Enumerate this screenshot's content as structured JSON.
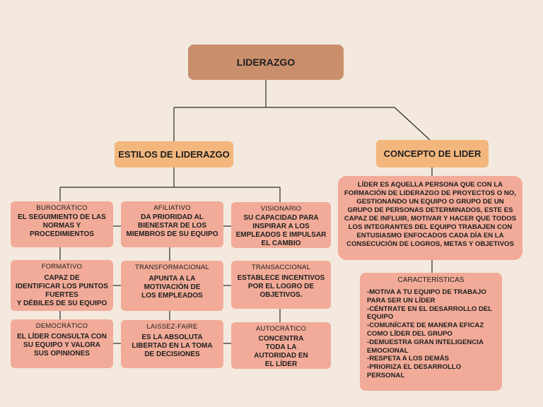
{
  "root": {
    "label": "LIDERAZGO"
  },
  "styles_header": {
    "label": "ESTILOS DE LIDERAZGO"
  },
  "concept_header": {
    "label": "CONCEPTO DE LIDER"
  },
  "styles": [
    {
      "title": "BUROCRÁTICO",
      "desc": "EL SEGUIMIENTO DE LAS\nNORMAS Y\nPROCEDIMIENTOS"
    },
    {
      "title": "AFILIATIVO",
      "desc": "DA PRIORIDAD AL\nBIENESTAR DE LOS\nMIEMBROS DE SU EQUIPO"
    },
    {
      "title": "VISIONARIO",
      "desc": "SU CAPACIDAD PARA\nINSPIRAR A LOS\nEMPLEADOS E IMPULSAR\nEL CAMBIO"
    },
    {
      "title": "FORMATIVO",
      "desc": "CAPAZ DE\nIDENTIFICAR LOS PUNTOS\nFUERTES\nY DÉBILES DE SU EQUIPO"
    },
    {
      "title": "TRANSFORMACIONAL",
      "desc": "APUNTA A LA\nMOTIVACIÓN DE\nLOS EMPLEADOS"
    },
    {
      "title": "TRANSACCIONAL",
      "desc": "ESTABLECE INCENTIVOS\nPOR EL LOGRO DE\nOBJETIVOS."
    },
    {
      "title": "DEMOCRÁTICO",
      "desc": "EL LÍDER CONSULTA CON\nSU EQUIPO Y VALORA\nSUS OPINIONES"
    },
    {
      "title": "LAISSEZ-FAIRE",
      "desc": "ES LA ABSOLUTA\nLIBERTAD EN LA TOMA\nDE DECISIONES"
    },
    {
      "title": "AUTOCRÁTICO",
      "desc": "CONCENTRA\nTODA LA\nAUTORIDAD EN\nEL LÍDER"
    }
  ],
  "concept": {
    "text": "LÍDER ES AQUELLA PERSONA QUE CON LA FORMACIÓN DE LIDERAZGO DE PROYECTOS O NO, GESTIONANDO UN EQUIPO O GRUPO DE UN GRUPO DE PERSONAS DETERMINADOS, ESTE ES CAPAZ DE INFLUIR, MOTIVAR Y HACER QUE TODOS LOS INTEGRANTES DEL EQUIPO TRABAJEN CON ENTUSIASMO ENFOCADOS CADA DÍA EN LA CONSECUCIÓN DE LOGROS, METAS Y OBJETIVOS"
  },
  "characteristics": {
    "title": "CARACTERÍSTICAS",
    "items": [
      "-MOTIVA A TU EQUIPO DE TRABAJO PARA SER UN LÍDER",
      "-CÉNTRATE EN EL DESARROLLO DEL EQUIPO",
      "-COMUNÍCATE DE MANERA EFICAZ COMO LÍDER DEL GRUPO",
      "-DEMUESTRA GRAN INTELIGENCIA EMOCIONAL",
      "-RESPETA A LOS DEMÁS",
      "-PRIORIZA EL DESARROLLO PERSONAL"
    ]
  }
}
